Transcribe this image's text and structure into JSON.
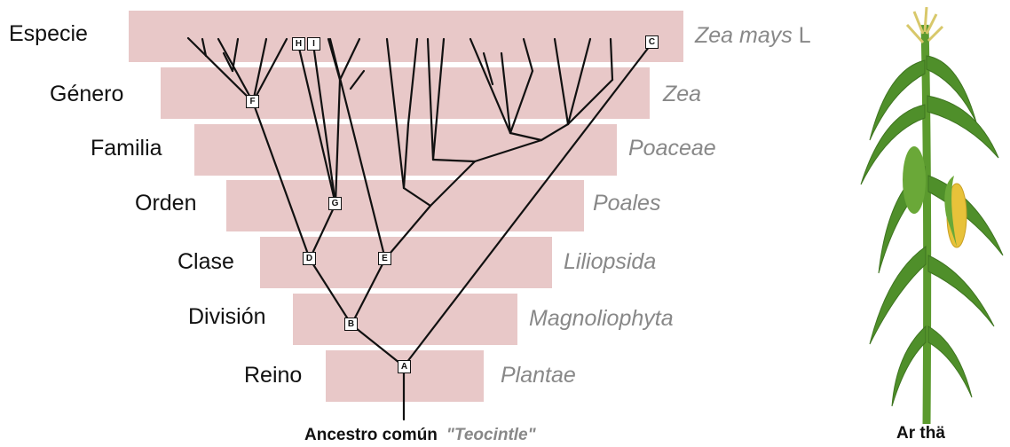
{
  "ranks": {
    "especie": {
      "label": "Especie",
      "taxon": "Zea mays",
      "suffix": "L"
    },
    "genero": {
      "label": "Género",
      "taxon": "Zea"
    },
    "familia": {
      "label": "Familia",
      "taxon": "Poaceae"
    },
    "orden": {
      "label": "Orden",
      "taxon": "Poales"
    },
    "clase": {
      "label": "Clase",
      "taxon": "Liliopsida"
    },
    "division": {
      "label": "División",
      "taxon": "Magnoliophyta"
    },
    "reino": {
      "label": "Reino",
      "taxon": "Plantae"
    }
  },
  "nodes": {
    "a": "A",
    "b": "B",
    "c": "C",
    "d": "D",
    "e": "E",
    "f": "F",
    "g": "G",
    "h": "H",
    "i": "I"
  },
  "caption": {
    "ancestor": "Ancestro común",
    "ancestor_name": "\"Teocintle\""
  },
  "plant_caption": "Ar thä",
  "colors": {
    "band": "#e8c8c8",
    "taxon_text": "#888888",
    "line": "#111111",
    "leaf_green": "#4f8f2a",
    "corn_yellow": "#e8c23a"
  }
}
